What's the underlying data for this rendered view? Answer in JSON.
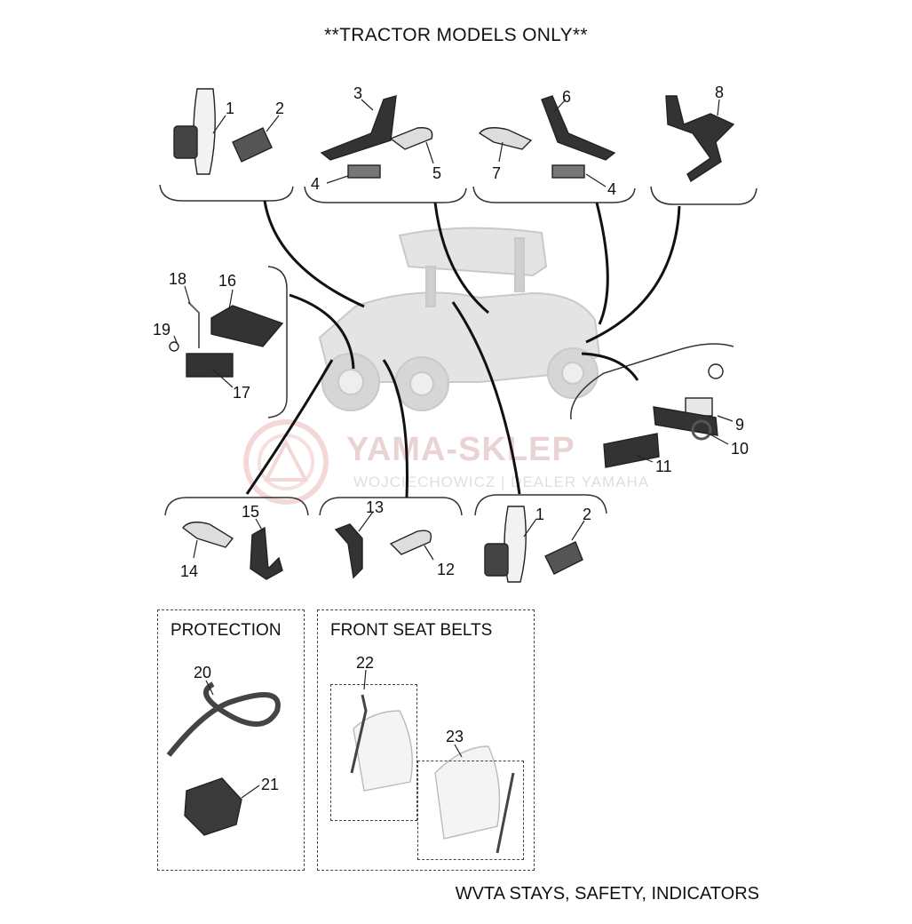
{
  "header": {
    "title": "**TRACTOR MODELS ONLY**"
  },
  "footer": {
    "caption": "WVTA STAYS, SAFETY, INDICATORS"
  },
  "watermark": {
    "brand": "YAMA-SKLEP",
    "subtitle": "WOJCIECHOWICZ | DEALER YAMAHA",
    "color": "#e8c8c8"
  },
  "boxes": {
    "protection": {
      "title": "PROTECTION"
    },
    "seat_belts": {
      "title": "FRONT SEAT BELTS"
    }
  },
  "callouts": {
    "top_left_1": "1",
    "top_left_2": "2",
    "top_mid_3": "3",
    "top_mid_4": "4",
    "top_mid_5": "5",
    "top_right_6": "6",
    "top_right_7": "7",
    "top_right_4": "4",
    "top_far_8": "8",
    "left_16": "16",
    "left_17": "17",
    "left_18": "18",
    "left_19": "19",
    "right_9": "9",
    "right_10": "10",
    "right_11": "11",
    "bottom_14": "14",
    "bottom_15": "15",
    "bottom_12": "12",
    "bottom_13": "13",
    "bottom_1": "1",
    "bottom_2": "2",
    "prot_20": "20",
    "prot_21": "21",
    "belt_22": "22",
    "belt_23": "23"
  }
}
